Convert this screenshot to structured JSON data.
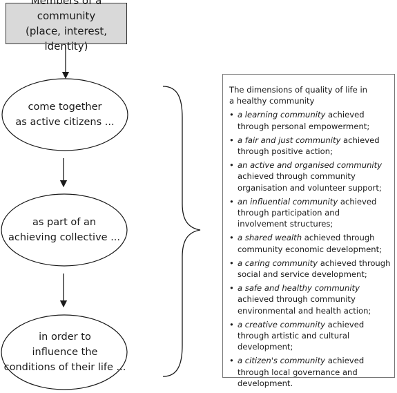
{
  "top_box": {
    "line1": "Members of a community",
    "line2": "(place, interest, identity)"
  },
  "stages": [
    {
      "line1": "come together",
      "line2": "as active citizens ..."
    },
    {
      "line1": "as part of an",
      "line2": "achieving collective ..."
    },
    {
      "line1": "in order to",
      "line2": "influence the",
      "line3": "conditions of their life ..."
    }
  ],
  "dimensions": {
    "title_line1": "The dimensions of quality of life in",
    "title_line2": "a healthy community",
    "items": [
      {
        "em": "a learning community",
        "rest": " achieved through personal empowerment;"
      },
      {
        "em": "a fair and just community",
        "rest": " achieved through positive action;"
      },
      {
        "em": "an active and organised community",
        "rest": " achieved through community organisation and volunteer support;"
      },
      {
        "em": "an influential community",
        "rest": " achieved through participation and involvement structures;"
      },
      {
        "em": "a shared wealth",
        "rest": " achieved through community economic development;"
      },
      {
        "em": "a caring community",
        "rest": " achieved through social and service development;"
      },
      {
        "em": "a safe and healthy community",
        "rest": " achieved through community environmental and health action;"
      },
      {
        "em": "a creative community",
        "rest": " achieved through artistic and cultural development;"
      },
      {
        "em": "a citizen's community",
        "rest": " achieved through local governance and development."
      }
    ],
    "bullet": "•"
  }
}
